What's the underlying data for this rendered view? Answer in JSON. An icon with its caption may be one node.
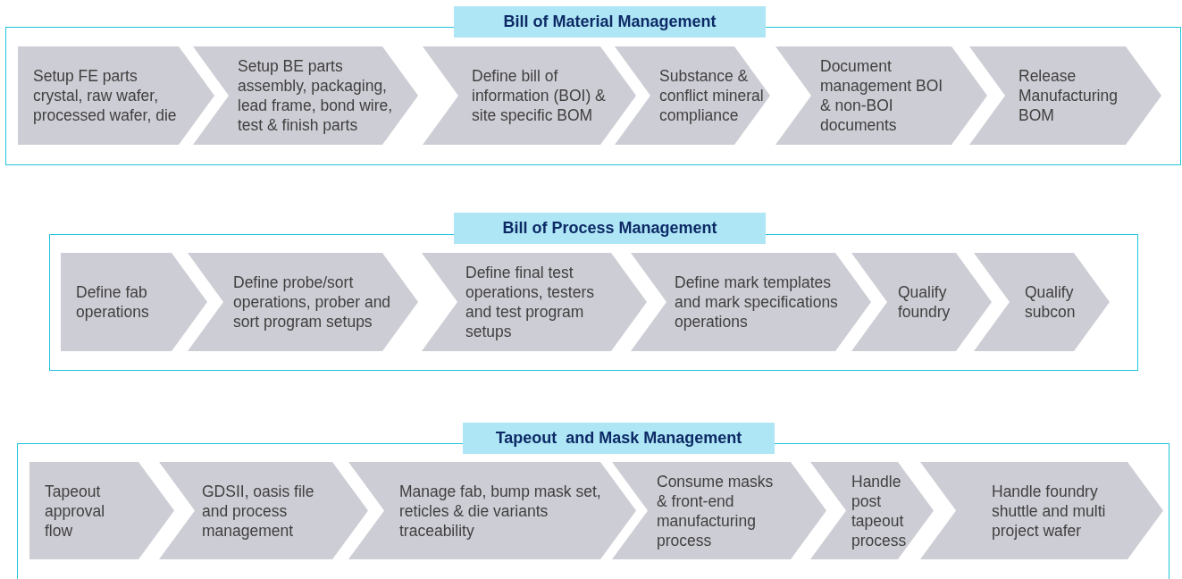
{
  "diagram": {
    "nodes": [
      {
        "text": [
          "Bill of Material Management"
        ]
      },
      {
        "text": [
          "Setup FE parts crystal, raw wafer, processed wafer, die"
        ],
        "in": 0
      },
      {
        "text": [
          "Setup BE parts assembly, packaging, lead frame, bond wire, test & finish parts"
        ],
        "in": 0
      },
      {
        "text": [
          "Define bill of information (BOI) & site specific BOM"
        ],
        "in": 0
      },
      {
        "text": [
          "Substance & conflict mineral compliance"
        ],
        "in": 0
      },
      {
        "text": [
          "Document management BOI & non-BOI documents"
        ],
        "in": 0
      },
      {
        "text": [
          "Release Manufacturing BOM"
        ],
        "in": 0
      },
      {
        "text": [
          "Bill of Process Management"
        ]
      },
      {
        "text": [
          "Define fab operations"
        ],
        "in": 7
      },
      {
        "text": [
          "Define probe/sort operations, prober and sort program setups"
        ],
        "in": 7
      },
      {
        "text": [
          "Define final test operations, testers and test program setups"
        ],
        "in": 7
      },
      {
        "text": [
          "Define mark templates and mark specifications operations"
        ],
        "in": 7
      },
      {
        "text": [
          "Qualify foundry"
        ],
        "in": 7
      },
      {
        "text": [
          "Qualify subcon"
        ],
        "in": 7
      },
      {
        "text": [
          "Tapeout  and Mask Management"
        ]
      },
      {
        "text": [
          "Tapeout approval flow"
        ],
        "in": 14
      },
      {
        "text": [
          "GDSII, oasis file and process management"
        ],
        "in": 14
      },
      {
        "text": [
          "Manage fab, bump mask set, reticles & die variants traceability"
        ],
        "in": 14
      },
      {
        "text": [
          "Consume masks & front-end manufacturing process"
        ],
        "in": 14
      },
      {
        "text": [
          "Handle post tapeout process"
        ],
        "in": 14
      },
      {
        "text": [
          "Handle foundry shuttle and multi project wafer"
        ],
        "in": 14
      }
    ]
  }
}
